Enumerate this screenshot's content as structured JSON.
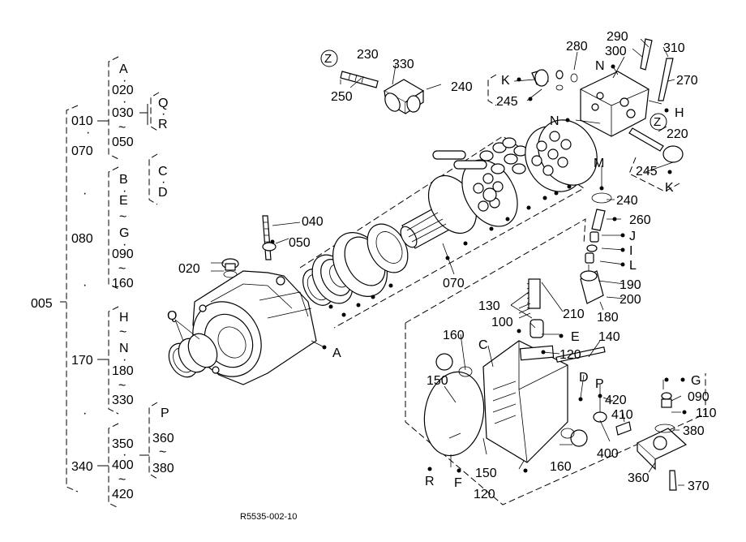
{
  "figure_code": "R5535-002-10",
  "tree": {
    "root": "005",
    "groups": [
      {
        "code": "010",
        "code_end": "070",
        "items": [
          "A",
          "020",
          "030",
          "050",
          "Q",
          "R"
        ]
      },
      {
        "code": "080",
        "items": [
          "B",
          "E",
          "G",
          "090",
          "160",
          "C",
          "D"
        ]
      },
      {
        "code": "170",
        "items": [
          "H",
          "N",
          "180",
          "330"
        ]
      },
      {
        "code": "340",
        "items": [
          "350",
          "400",
          "420",
          "P",
          "360",
          "380"
        ]
      }
    ]
  },
  "labels": {
    "l230": "230",
    "l330": "330",
    "l250": "250",
    "l240a": "240",
    "l245a": "245",
    "lK1": "K",
    "l280": "280",
    "l290": "290",
    "l300": "300",
    "l310": "310",
    "lN1": "N",
    "l270": "270",
    "lH": "H",
    "lN2": "N",
    "lZ2": "Z",
    "lZ1": "Z",
    "l220": "220",
    "l245b": "245",
    "lK2": "K",
    "lM": "M",
    "l240b": "240",
    "l260": "260",
    "lJ": "J",
    "lI": "I",
    "lL": "L",
    "l190": "190",
    "l200": "200",
    "l180": "180",
    "l210": "210",
    "l130": "130",
    "l100": "100",
    "lE": "E",
    "l120a": "120",
    "l140": "140",
    "l160a": "160",
    "lC": "C",
    "lD": "D",
    "lP": "P",
    "l420": "420",
    "l410": "410",
    "lG": "G",
    "l090": "090",
    "l110": "110",
    "l380": "380",
    "l400": "400",
    "l360": "360",
    "l370": "370",
    "l150a": "150",
    "l150b": "150",
    "lR": "R",
    "lF": "F",
    "l120b": "120",
    "l160b": "160",
    "l040": "040",
    "l050": "050",
    "l020": "020",
    "lQ": "Q",
    "lA": "A",
    "l070": "070"
  }
}
